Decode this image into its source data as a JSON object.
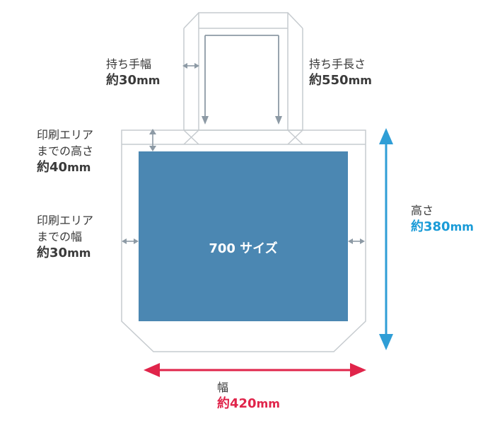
{
  "print_area_label": "700 サイズ",
  "handle_width": {
    "label": "持ち手幅",
    "prefix": "約",
    "number": "30",
    "unit": "mm"
  },
  "handle_length": {
    "label": "持ち手長さ",
    "prefix": "約",
    "number": "550",
    "unit": "mm"
  },
  "print_top": {
    "line1": "印刷エリア",
    "line2": "までの高さ",
    "prefix": "約",
    "number": "40",
    "unit": "mm"
  },
  "print_side": {
    "line1": "印刷エリア",
    "line2": "までの幅",
    "prefix": "約",
    "number": "30",
    "unit": "mm"
  },
  "height": {
    "label": "高さ",
    "prefix": "約",
    "number": "380",
    "unit": "mm"
  },
  "width": {
    "label": "幅",
    "prefix": "約",
    "number": "420",
    "unit": "mm"
  },
  "colors": {
    "print_area": "#4b87b2",
    "outline": "#c6cbcf",
    "dim_arrow": "#8d9aa5",
    "height_arrow": "#2f9ed6",
    "width_arrow": "#e0244a",
    "text": "#3a3a3a"
  }
}
